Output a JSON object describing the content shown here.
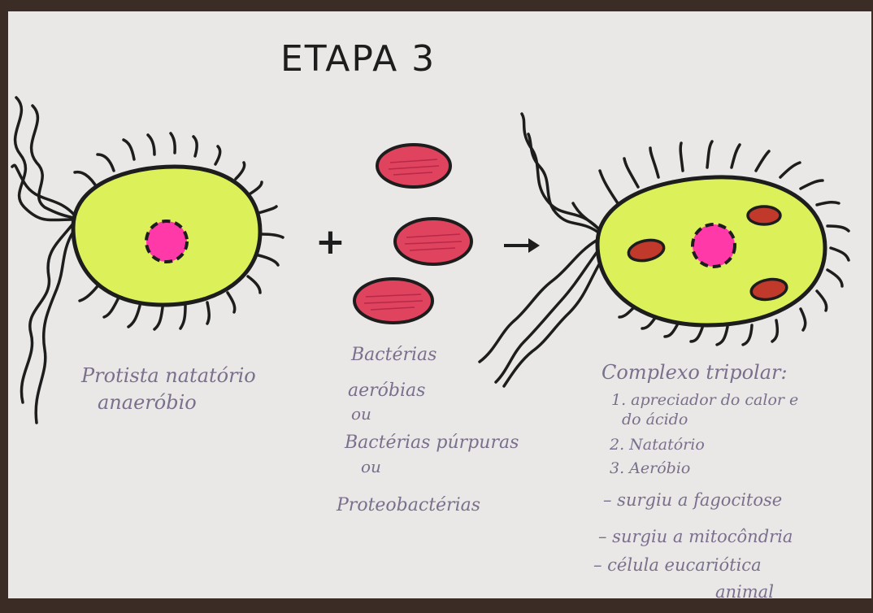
{
  "title": "ETAPA 3",
  "operators": {
    "plus": "+",
    "arrow": "→"
  },
  "left_cell": {
    "caption": [
      "Protista natatório",
      "anaeróbio"
    ]
  },
  "bacteria": {
    "caption": [
      "Bactérias",
      "aeróbias",
      "ou",
      "Bactérias púrpuras",
      "ou",
      "Proteobactérias"
    ]
  },
  "right_cell": {
    "heading": "Complexo tripolar:",
    "items": [
      "1. apreciador do calor e",
      "do ácido",
      "2. Natatório",
      "3. Aeróbio"
    ],
    "notes": [
      "– surgiu a fagocitose",
      "– surgiu a mitocôndria",
      "– célula eucariótica",
      "animal"
    ]
  },
  "colors": {
    "paper": "#e8e7e5",
    "cell_fill": "#dcf05a",
    "nucleus": "#ff3aa8",
    "bacteria_fill": "#e0435e",
    "organelle": "#c0392b",
    "ink": "#1d1d1d",
    "caption_ink": "#7a6f8c"
  }
}
